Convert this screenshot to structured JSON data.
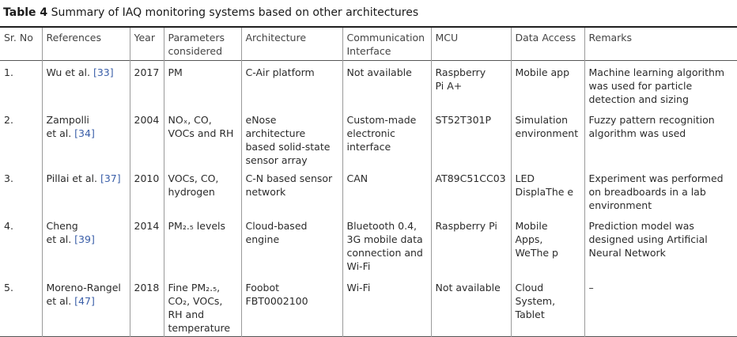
{
  "caption": {
    "label": "Table 4",
    "text": "Summary of IAQ monitoring systems based on other architectures"
  },
  "columns": [
    "Sr. No",
    "References",
    "Year",
    "Parameters\nconsidered",
    "Architecture",
    "Communication\nInterface",
    "MCU",
    "Data Access",
    "Remarks"
  ],
  "rows": [
    {
      "sr": "1.",
      "ref_text": "Wu et al. ",
      "ref_cite": "[33]",
      "year": "2017",
      "parameters": "PM",
      "architecture": "C-Air platform",
      "communication": "Not available",
      "mcu": "Raspberry\nPi A+",
      "data_access": "Mobile app",
      "remarks": "Machine learning algorithm\nwas used for particle\ndetection and sizing"
    },
    {
      "sr": "2.",
      "ref_text": "Zampolli\net al. ",
      "ref_cite": "[34]",
      "year": "2004",
      "parameters": "NOₓ, CO,\nVOCs and RH",
      "architecture": "eNose architecture\nbased solid-state\nsensor array",
      "communication": "Custom-made\nelectronic\ninterface",
      "mcu": "ST52T301P",
      "data_access": "Simulation\nenvironment",
      "remarks": "Fuzzy pattern recognition\nalgorithm was used"
    },
    {
      "sr": "3.",
      "ref_text": "Pillai et al. ",
      "ref_cite": "[37]",
      "year": "2010",
      "parameters": "VOCs, CO,\nhydrogen",
      "architecture": "C-N based sensor\nnetwork",
      "communication": "CAN",
      "mcu": "AT89C51CC03",
      "data_access": "LED\nDisplaThe e",
      "remarks": "Experiment was performed\non breadboards in a lab\nenvironment"
    },
    {
      "sr": "4.",
      "ref_text": "Cheng\net al. ",
      "ref_cite": "[39]",
      "year": "2014",
      "parameters": "PM₂.₅ levels",
      "architecture": "Cloud-based\nengine",
      "communication": "Bluetooth 0.4,\n3G mobile data\nconnection and\nWi-Fi",
      "mcu": "Raspberry Pi",
      "data_access": "Mobile\nApps,\nWeThe p",
      "remarks": "Prediction model was\ndesigned using Artificial\nNeural Network"
    },
    {
      "sr": "5.",
      "ref_text": "Moreno-Rangel\net al. ",
      "ref_cite": "[47]",
      "year": "2018",
      "parameters": "Fine PM₂.₅,\nCO₂, VOCs,\nRH and\ntemperature",
      "architecture": "Foobot\nFBT0002100",
      "communication": "Wi-Fi",
      "mcu": "Not available",
      "data_access": "Cloud\nSystem,\nTablet",
      "remarks": "–"
    }
  ]
}
